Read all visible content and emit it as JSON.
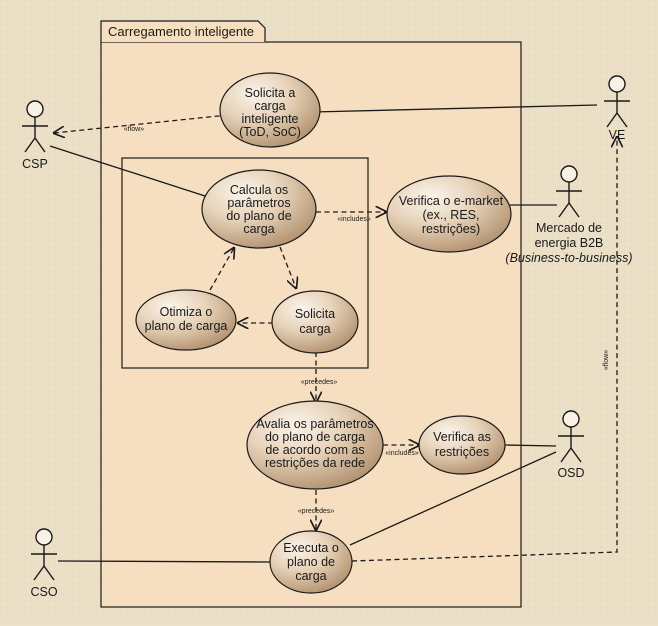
{
  "boundary": {
    "title": "Carregamento inteligente"
  },
  "actors": {
    "csp": {
      "label": "CSP"
    },
    "ve": {
      "label": "VE"
    },
    "market": {
      "line1": "Mercado de",
      "line2": "energia B2B",
      "line3": "(Business-to-business)"
    },
    "osd": {
      "label": "OSD"
    },
    "cso": {
      "label": "CSO"
    }
  },
  "use_cases": {
    "solicita_carga_inteligente": {
      "lines": [
        "Solicita a",
        "carga",
        "inteligente",
        "(ToD, SoC)"
      ]
    },
    "calcula_parametros": {
      "lines": [
        "Calcula os",
        "parâmetros",
        "do plano de",
        "carga"
      ]
    },
    "verifica_emarket": {
      "lines": [
        "Verifica o e-market",
        "(ex., RES,",
        "restrições)"
      ]
    },
    "otimiza_plano": {
      "lines": [
        "Otimiza o",
        "plano de carga"
      ]
    },
    "solicita_carga": {
      "lines": [
        "Solicita",
        "carga"
      ]
    },
    "avalia_parametros": {
      "lines": [
        "Avalia os parâmetros",
        "do plano de carga",
        "de acordo com as",
        "restrições da rede"
      ]
    },
    "verifica_restricoes": {
      "lines": [
        "Verifica as",
        "restrições"
      ]
    },
    "executa_plano": {
      "lines": [
        "Executa o",
        "plano de",
        "carga"
      ]
    }
  },
  "stereotypes": {
    "flow": "«flow»",
    "includes": "«includes»",
    "precedes": "«precedes»"
  },
  "colors": {
    "background": "#ece0c8",
    "boundary_fill": "#f6dfc0",
    "usecase_fill_light": "#f4eadc",
    "usecase_fill_dark": "#b89a78",
    "stroke": "#1a1a1a"
  }
}
